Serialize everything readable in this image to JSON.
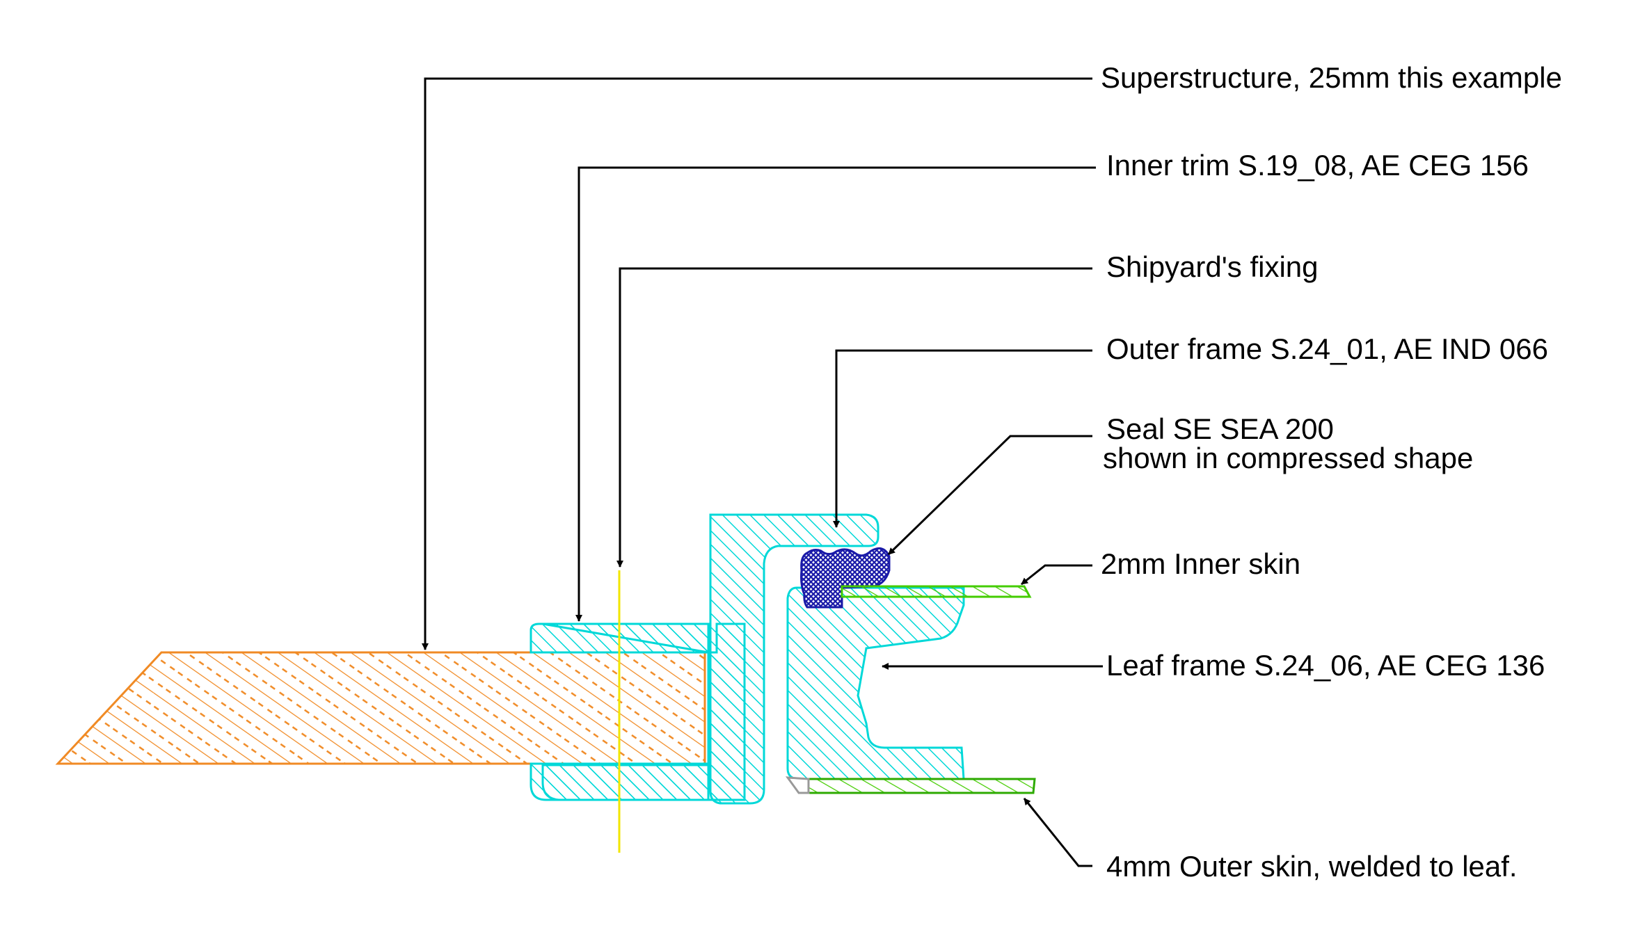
{
  "labels": {
    "superstructure": "Superstructure, 25mm this example",
    "inner_trim": "Inner trim S.19_08, AE CEG 156",
    "shipyard_fixing": "Shipyard's fixing",
    "outer_frame": "Outer frame S.24_01, AE IND 066",
    "seal_line1": "Seal SE SEA 200",
    "seal_line2": "shown in compressed shape",
    "inner_skin": "2mm Inner skin",
    "leaf_frame": "Leaf frame S.24_06, AE CEG 136",
    "outer_skin": "4mm Outer skin, welded to leaf."
  },
  "colors": {
    "superstructure": "#F08A24",
    "aluminium_profile": "#00D8D8",
    "seal": "#1A1AA8",
    "skin": "#44CC00",
    "fixing_axis": "#F2E600",
    "leader": "#000000"
  }
}
